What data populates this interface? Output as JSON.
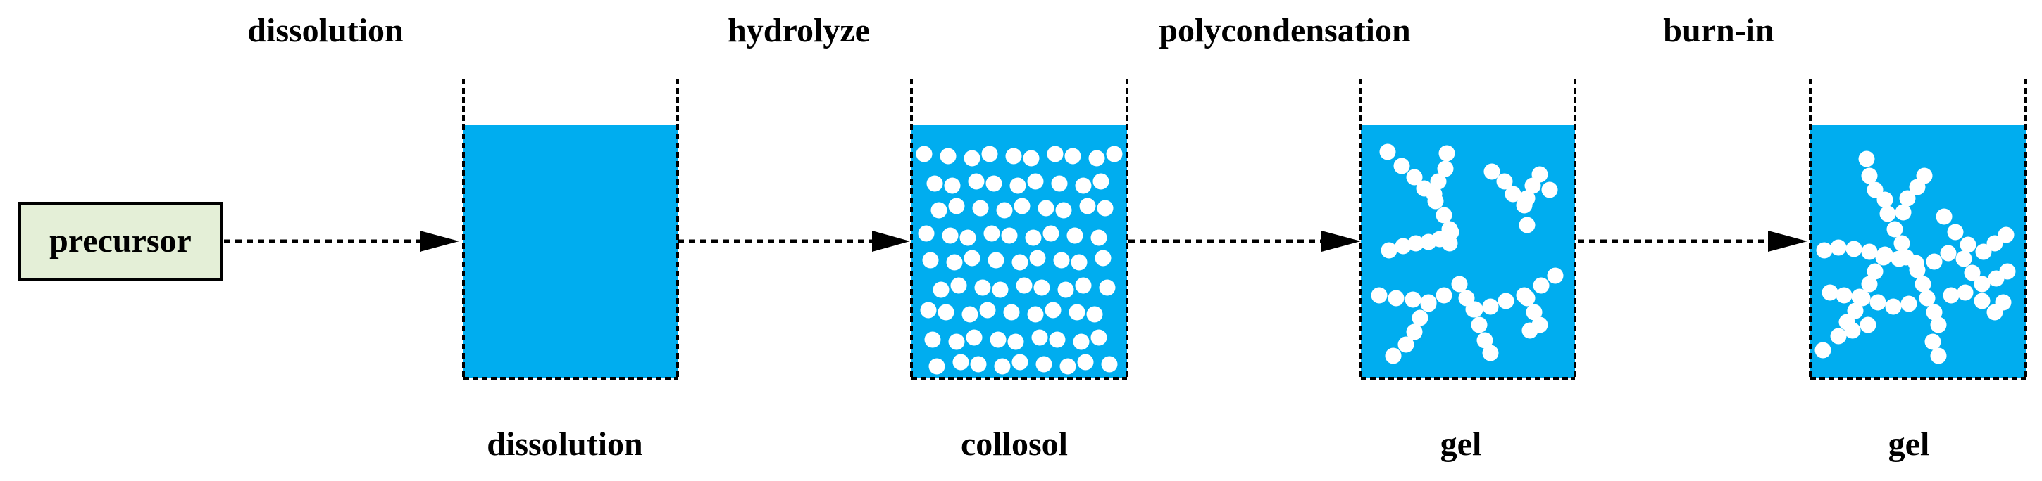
{
  "steps": {
    "dissolution": "dissolution",
    "hydrolyze": "hydrolyze",
    "polycondensation": "polycondensation",
    "burn_in": "burn-in"
  },
  "states": {
    "solution": "dissolution",
    "collosol": "collosol",
    "gel_1": "gel",
    "gel_2": "gel"
  },
  "precursor": "precursor",
  "colors": {
    "liquid": "#00adef",
    "particle": "#ffffff",
    "precursor_fill": "#e4efd7"
  }
}
